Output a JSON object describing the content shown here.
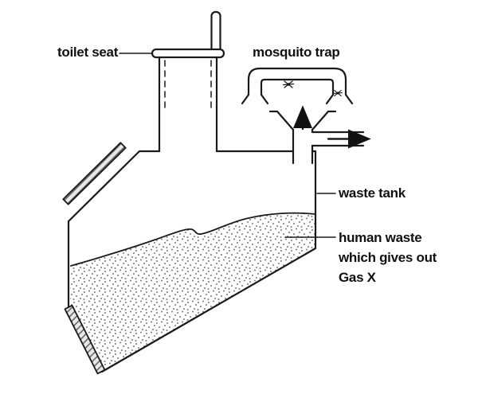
{
  "labels": {
    "toilet_seat": "toilet seat",
    "mosquito_trap": "mosquito trap",
    "waste_tank": "waste tank",
    "human_waste": {
      "line1": "human waste",
      "line2": "which gives out",
      "line3": "Gas X"
    }
  },
  "icons": {
    "mosquito": "mosquito-icon",
    "gas_flow_up": "up-arrow-icon",
    "gas_outlet": "right-arrow-icon"
  },
  "colors": {
    "line": "#1a1a1a",
    "background": "#ffffff",
    "hatch_fill": "#e8e8e8",
    "stipple_dots": "#777777"
  }
}
